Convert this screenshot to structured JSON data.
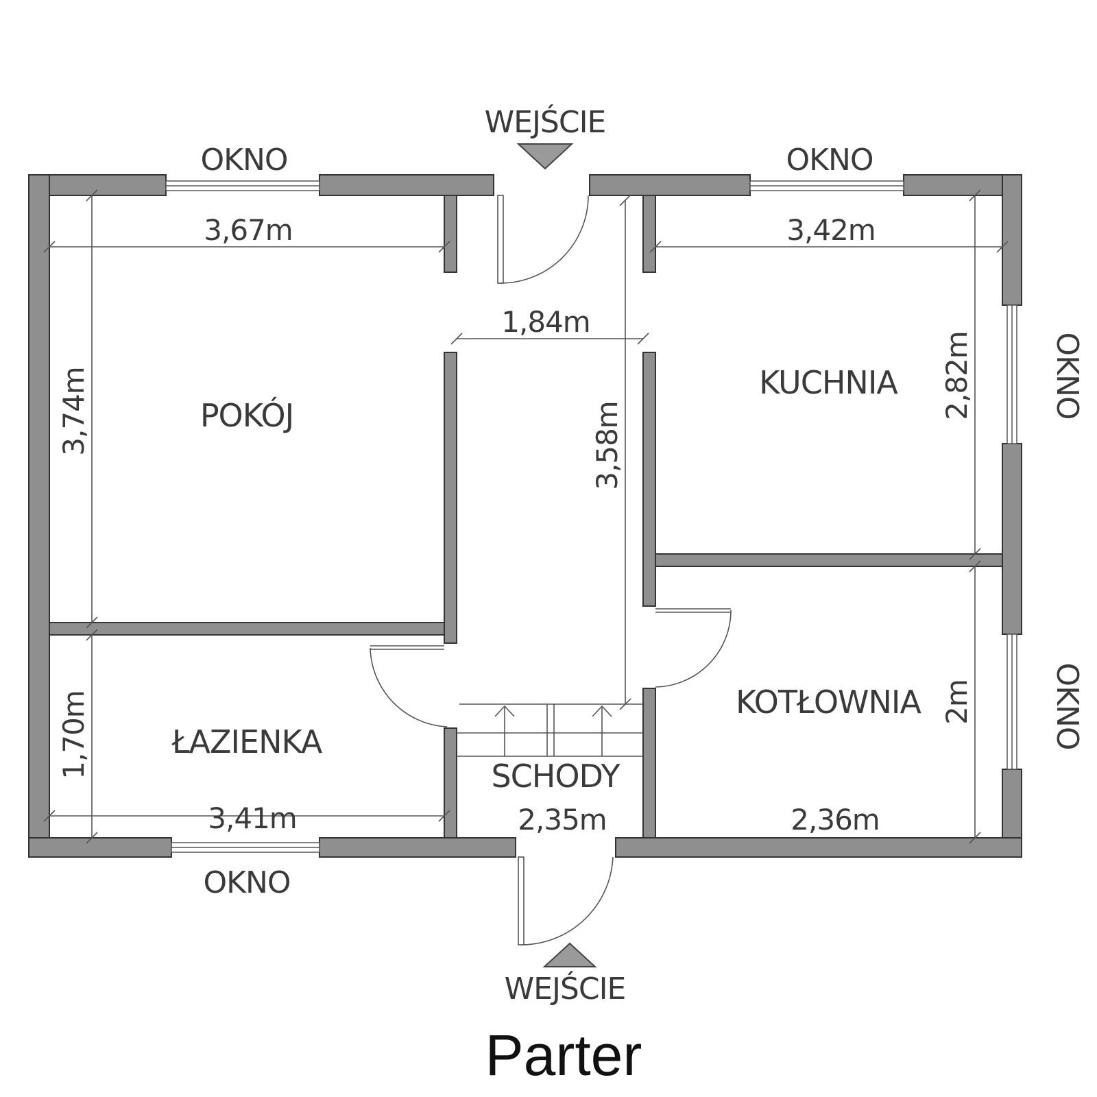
{
  "labels": {
    "entrance_top": "WEJŚCIE",
    "entrance_bottom": "WEJŚCIE",
    "window_top_left": "OKNO",
    "window_top_right": "OKNO",
    "window_bottom_left": "OKNO",
    "window_right_upper": "OKNO",
    "window_right_lower": "OKNO",
    "footer_title": "Parter"
  },
  "rooms": {
    "pokoj": "POKÓJ",
    "kuchnia": "KUCHNIA",
    "lazienka": "ŁAZIENKA",
    "kotlownia": "KOTŁOWNIA",
    "schody": "SCHODY"
  },
  "dimensions": {
    "pokoj_width": "3,67m",
    "pokoj_height": "3,74m",
    "kuchnia_width": "3,42m",
    "kuchnia_height": "2,82m",
    "hall_width": "1,84m",
    "hall_height": "3,58m",
    "lazienka_width": "3,41m",
    "lazienka_height": "1,70m",
    "schody_width": "2,35m",
    "kotlownia_width": "2,36m",
    "kotlownia_height": "2m"
  },
  "colors": {
    "wall_fill": "#8f8f8f",
    "text": "#3a3a3a"
  }
}
